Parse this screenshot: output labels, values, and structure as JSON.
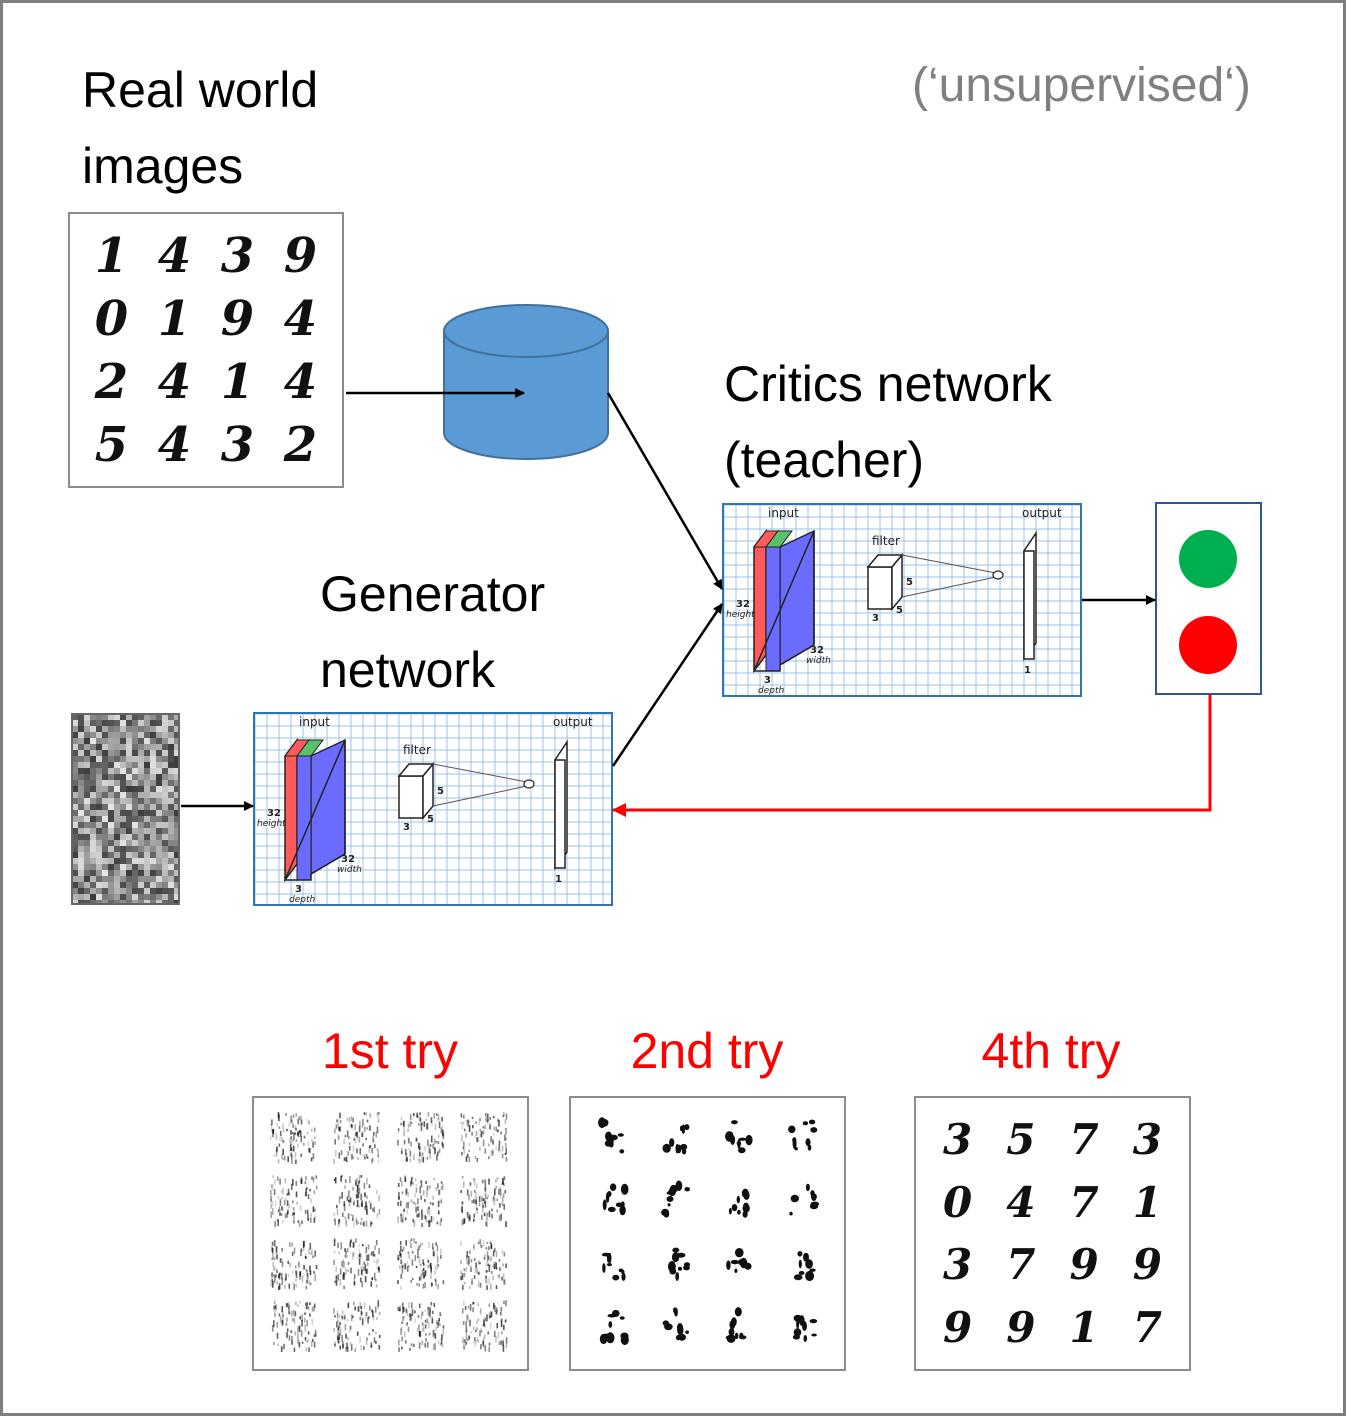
{
  "note": "(‘unsupervised‘)",
  "real_world_title": {
    "line1": "Real world",
    "line2": "images"
  },
  "critics_title": {
    "line1": "Critics network",
    "line2": "(teacher)"
  },
  "generator_title": {
    "line1": "Generator",
    "line2": "network"
  },
  "real_digits": [
    "1",
    "4",
    "3",
    "9",
    "0",
    "1",
    "9",
    "4",
    "2",
    "4",
    "1",
    "4",
    "5",
    "4",
    "3",
    "2"
  ],
  "network_labels": {
    "input": "input",
    "output": "output",
    "filter": "filter",
    "height": "32",
    "height_word": "height",
    "width": "32",
    "width_word": "width",
    "depth": "3",
    "depth_word": "depth",
    "filter_w": "3",
    "filter_h": "5",
    "filter_d": "5",
    "out_depth": "1"
  },
  "tries": [
    {
      "label": "1st try"
    },
    {
      "label": "2nd try"
    },
    {
      "label": "4th try",
      "digits": [
        "3",
        "5",
        "7",
        "3",
        "0",
        "4",
        "7",
        "1",
        "3",
        "7",
        "9",
        "9",
        "9",
        "9",
        "1",
        "7"
      ]
    }
  ],
  "colors": {
    "real_light": "#00b050",
    "fake_light": "#ff0000",
    "database": "#5b9bd5",
    "feedback_arrow": "#ff0000",
    "try_label": "#ff0000",
    "grid": "#9dc3e6"
  }
}
